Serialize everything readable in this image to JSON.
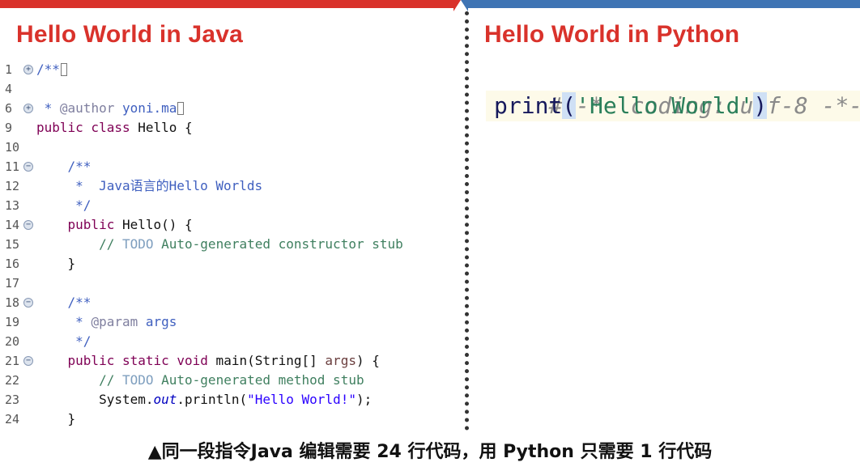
{
  "java": {
    "title": "Hello World in Java",
    "lines": [
      {
        "num": "1",
        "fold": "+",
        "segs": [
          [
            "cm",
            "/**"
          ],
          [
            "box",
            ""
          ]
        ]
      },
      {
        "num": "4",
        "fold": "",
        "segs": []
      },
      {
        "num": "6",
        "fold": "+",
        "segs": [
          [
            "cm",
            " * "
          ],
          [
            "tag",
            "@author"
          ],
          [
            "cm",
            " yoni.ma"
          ],
          [
            "box",
            ""
          ]
        ]
      },
      {
        "num": "9",
        "fold": "",
        "segs": [
          [
            "kw",
            "public class"
          ],
          [
            "",
            " Hello {"
          ]
        ]
      },
      {
        "num": "10",
        "fold": "",
        "segs": []
      },
      {
        "num": "11",
        "fold": "-",
        "segs": [
          [
            "cm",
            "    /**"
          ]
        ]
      },
      {
        "num": "12",
        "fold": "",
        "segs": [
          [
            "cm",
            "     *  Java语言的Hello Worlds"
          ]
        ]
      },
      {
        "num": "13",
        "fold": "",
        "segs": [
          [
            "cm",
            "     */"
          ]
        ]
      },
      {
        "num": "14",
        "fold": "-",
        "segs": [
          [
            "kw",
            "    public"
          ],
          [
            "",
            " Hello() {"
          ]
        ]
      },
      {
        "num": "15",
        "fold": "",
        "segs": [
          [
            "lc",
            "        // "
          ],
          [
            "todo",
            "TODO"
          ],
          [
            "lc",
            " Auto-generated constructor stub"
          ]
        ]
      },
      {
        "num": "16",
        "fold": "",
        "segs": [
          [
            "",
            "    }"
          ]
        ]
      },
      {
        "num": "17",
        "fold": "",
        "segs": []
      },
      {
        "num": "18",
        "fold": "-",
        "segs": [
          [
            "cm",
            "    /**"
          ]
        ]
      },
      {
        "num": "19",
        "fold": "",
        "segs": [
          [
            "cm",
            "     * "
          ],
          [
            "tag",
            "@param"
          ],
          [
            "cm",
            " args"
          ]
        ]
      },
      {
        "num": "20",
        "fold": "",
        "segs": [
          [
            "cm",
            "     */"
          ]
        ]
      },
      {
        "num": "21",
        "fold": "-",
        "segs": [
          [
            "kw",
            "    public static void"
          ],
          [
            "",
            " main(String[] "
          ],
          [
            "par",
            "args"
          ],
          [
            "",
            ") {"
          ]
        ]
      },
      {
        "num": "22",
        "fold": "",
        "segs": [
          [
            "lc",
            "        // "
          ],
          [
            "todo",
            "TODO"
          ],
          [
            "lc",
            " Auto-generated method stub"
          ]
        ]
      },
      {
        "num": "23",
        "fold": "",
        "segs": [
          [
            "",
            "        System."
          ],
          [
            "stat",
            "out"
          ],
          [
            "",
            ".println("
          ],
          [
            "str",
            "\"Hello World!\""
          ],
          [
            "",
            ");"
          ]
        ]
      },
      {
        "num": "24",
        "fold": "",
        "segs": [
          [
            "",
            "    }"
          ]
        ]
      }
    ]
  },
  "python": {
    "title": "Hello World in Python",
    "comment_line": "# -*- coding: utf-8 -*-",
    "print_kw": "print",
    "paren_open": "(",
    "string_literal": "'Hello World'",
    "paren_close": ")"
  },
  "caption": "▲同一段指令Java 编辑需要 24 行代码，用 Python  只需要 1 行代码",
  "colors": {
    "java_accent": "#d9322b",
    "python_accent": "#3f74b4"
  }
}
